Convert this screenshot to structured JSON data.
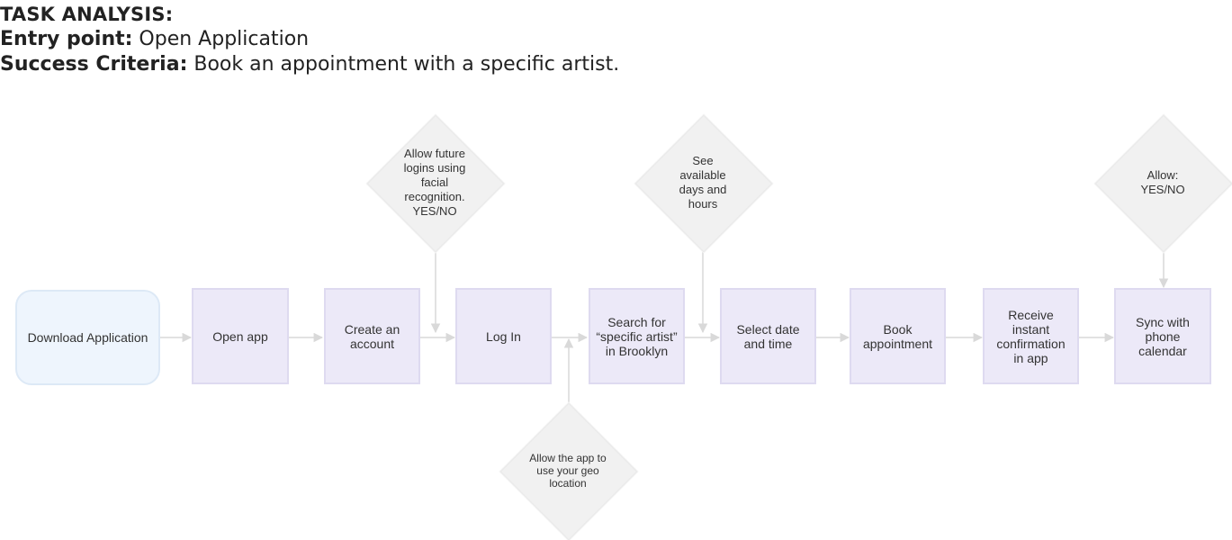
{
  "header": {
    "title": "TASK ANALYSIS:",
    "entry_label": "Entry point:",
    "entry_value": " Open Application",
    "success_label": "Success Criteria:",
    "success_value": " Book an appointment with a specific artist."
  },
  "flow": {
    "start": "Download Application",
    "steps": [
      "Open app",
      "Create an account",
      "Log In",
      "Search for “specific artist” in Brooklyn",
      "Select date and time",
      "Book appointment",
      "Receive instant confirmation in app",
      "Sync with phone calendar"
    ],
    "decisions": {
      "facial_recognition": "Allow future logins using facial recognition. YES/NO",
      "geo_location": "Allow the app to use your geo location",
      "availability": "See available days and hours",
      "calendar_permission": "Allow: YES/NO"
    }
  },
  "colors": {
    "start_fill": "#eef5fd",
    "step_fill": "#ece9f8",
    "decision_fill": "#f1f1f1",
    "connector": "#d9d9d9"
  }
}
